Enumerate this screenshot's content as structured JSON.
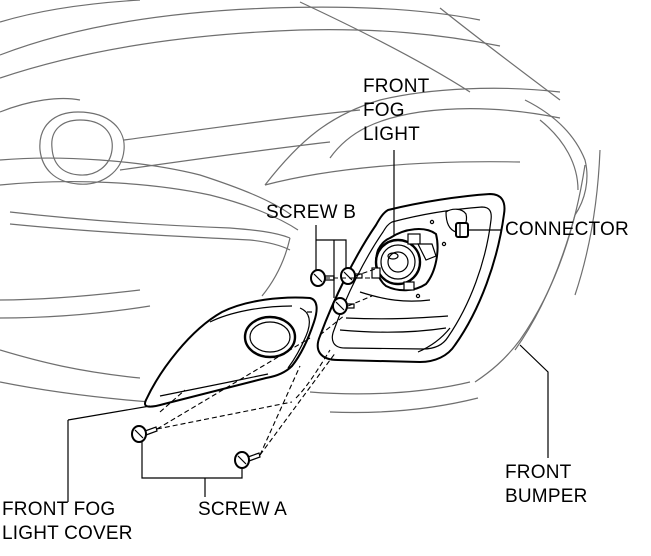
{
  "labels": {
    "fog_light": [
      "FRONT",
      "FOG",
      "LIGHT"
    ],
    "screw_b": "SCREW B",
    "connector": "CONNECTOR",
    "front_bumper": [
      "FRONT",
      "BUMPER"
    ],
    "cover": [
      "FRONT FOG",
      "LIGHT COVER"
    ],
    "screw_a": "SCREW A"
  }
}
